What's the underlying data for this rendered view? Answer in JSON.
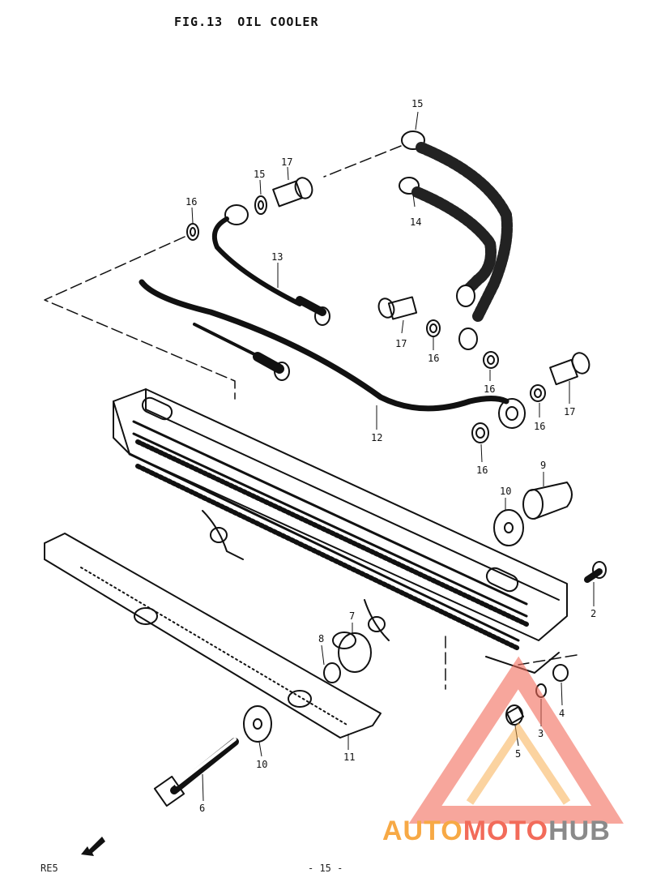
{
  "figure": {
    "number": "FIG.13",
    "name": "OIL COOLER"
  },
  "callouts": [
    {
      "id": "c15a",
      "text": "15"
    },
    {
      "id": "c14",
      "text": "14"
    },
    {
      "id": "c15b",
      "text": "15"
    },
    {
      "id": "c17a",
      "text": "17"
    },
    {
      "id": "c16a",
      "text": "16"
    },
    {
      "id": "c13",
      "text": "13"
    },
    {
      "id": "c17b",
      "text": "17"
    },
    {
      "id": "c16b",
      "text": "16"
    },
    {
      "id": "c16c",
      "text": "16"
    },
    {
      "id": "c16d",
      "text": "16"
    },
    {
      "id": "c17c",
      "text": "17"
    },
    {
      "id": "c12",
      "text": "12"
    },
    {
      "id": "c16e",
      "text": "16"
    },
    {
      "id": "c9",
      "text": "9"
    },
    {
      "id": "c10a",
      "text": "10"
    },
    {
      "id": "c2",
      "text": "2"
    },
    {
      "id": "c7",
      "text": "7"
    },
    {
      "id": "c8",
      "text": "8"
    },
    {
      "id": "c4",
      "text": "4"
    },
    {
      "id": "c3",
      "text": "3"
    },
    {
      "id": "c5",
      "text": "5"
    },
    {
      "id": "c10b",
      "text": "10"
    },
    {
      "id": "c11",
      "text": "11"
    },
    {
      "id": "c6",
      "text": "6"
    }
  ],
  "footer": {
    "code": "RE5",
    "page": "- 15 -"
  },
  "watermark": {
    "part1": "AUTO",
    "part2": "MOTO",
    "part3": "HUB",
    "color1": "#f7a945",
    "color2": "#f26b5a",
    "color3": "#8a8a8a"
  },
  "front_marker": "FWD"
}
